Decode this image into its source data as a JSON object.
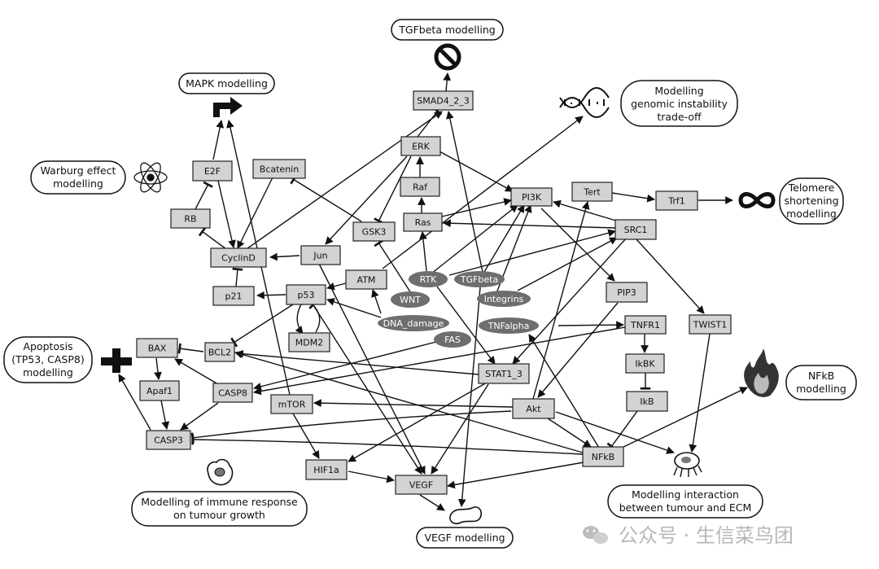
{
  "nodes": {
    "smad": "SMAD4_2_3",
    "erk": "ERK",
    "raf": "Raf",
    "ras": "Ras",
    "pi3k": "PI3K",
    "tert": "Tert",
    "trf1": "Trf1",
    "src1": "SRC1",
    "e2f": "E2F",
    "bcatenin": "Bcatenin",
    "rb": "RB",
    "gsk3": "GSK3",
    "cyclind": "CyclinD",
    "jun": "Jun",
    "atm": "ATM",
    "p21": "p21",
    "p53": "p53",
    "mdm2": "MDM2",
    "pip3": "PIP3",
    "tnfr1": "TNFR1",
    "twist1": "TWIST1",
    "bax": "BAX",
    "bcl2": "BCL2",
    "stat": "STAT1_3",
    "ikbk": "IkBK",
    "apaf1": "Apaf1",
    "casp8": "CASP8",
    "mtor": "mTOR",
    "akt": "Akt",
    "ikb": "IkB",
    "casp3": "CASP3",
    "nfkb": "NFkB",
    "hif1a": "HIF1a",
    "vegf": "VEGF"
  },
  "inputs": {
    "rtk": "RTK",
    "tgfbeta": "TGFbeta",
    "wnt": "WNT",
    "integrins": "Integrins",
    "dna_damage": "DNA_damage",
    "tnfalpha": "TNFalpha",
    "fas": "FAS"
  },
  "callouts": {
    "tgfbeta": [
      "TGFbeta modelling"
    ],
    "mapk": [
      "MAPK modelling"
    ],
    "genomic": [
      "Modelling",
      "genomic instability",
      "trade-off"
    ],
    "warburg": [
      "Warburg effect",
      "modelling"
    ],
    "telomere": [
      "Telomere",
      "shortening",
      "modelling"
    ],
    "apoptosis": [
      "Apoptosis",
      "(TP53, CASP8)",
      "modelling"
    ],
    "nfkb": [
      "NFkB",
      "modelling"
    ],
    "immune": [
      "Modelling of immune response",
      "on tumour growth"
    ],
    "ecm": [
      "Modelling interaction",
      "between tumour and ECM"
    ],
    "vegf": [
      "VEGF modelling"
    ]
  },
  "icons": [
    "no-entry-icon",
    "turn-right-arrow-icon",
    "dna-helix-icon",
    "atom-icon",
    "infinity-icon",
    "plus-cross-icon",
    "flame-icon",
    "immune-cell-icon",
    "migrating-cell-icon",
    "blood-vessel-icon",
    "wechat-logo-icon"
  ],
  "watermark": "公众号 · 生信菜鸟团"
}
